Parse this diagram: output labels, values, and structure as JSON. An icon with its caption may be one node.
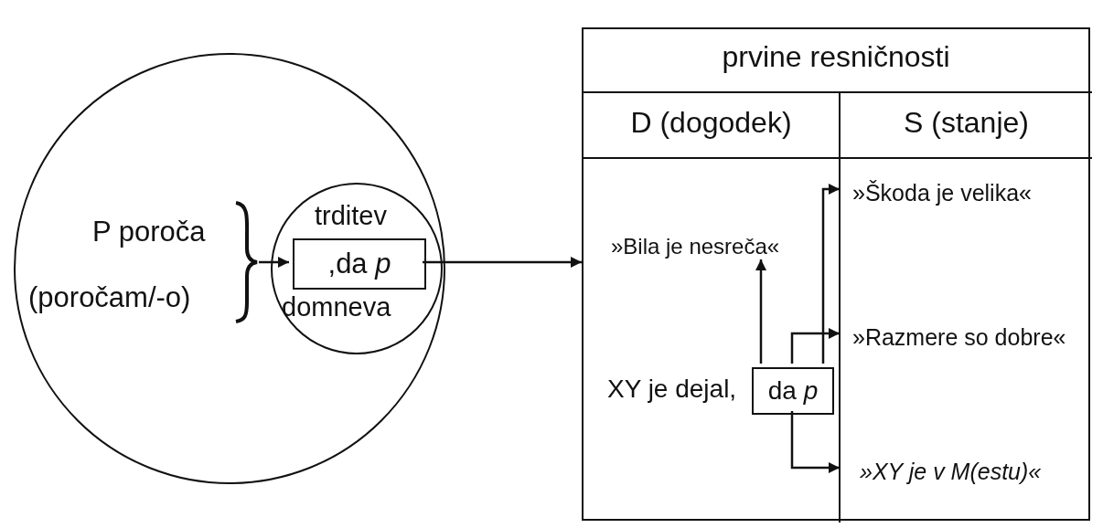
{
  "diagram": {
    "nodes": [
      {
        "text": [
          "P poroča",
          "(poročam/-o)"
        ]
      },
      {
        "text": [
          "trditev",
          "domneva"
        ],
        "in": 0
      },
      {
        "text": [
          ",da *p*"
        ],
        "in": 1
      },
      {
        "text": [
          "prvine resničnosti"
        ]
      },
      {
        "text": [
          "D (dogodek)"
        ],
        "in": 3
      },
      {
        "text": [
          "S (stanje)"
        ],
        "in": 3
      },
      {
        "text": [
          "»Bila je nesreča«"
        ],
        "in": 4
      },
      {
        "text": [
          "da *p*"
        ],
        "beside": [
          "XY je dejal,"
        ],
        "in": 4
      },
      {
        "text": [
          "»Škoda je velika«"
        ],
        "in": 5
      },
      {
        "text": [
          "»Razmere so dobre«"
        ],
        "in": 5
      },
      {
        "text": [
          "»XY je v M(estu)«"
        ],
        "in": 5
      }
    ],
    "edges": [
      {
        "from": null,
        "to": 2,
        "arrow": "to"
      },
      {
        "from": 2,
        "to": 4,
        "arrow": "to"
      },
      {
        "from": 7,
        "to": 6,
        "arrow": "to"
      },
      {
        "from": 7,
        "to": 8,
        "arrow": "to"
      },
      {
        "from": 7,
        "to": 9,
        "arrow": "to"
      },
      {
        "from": 7,
        "to": 10,
        "arrow": "to"
      }
    ]
  }
}
